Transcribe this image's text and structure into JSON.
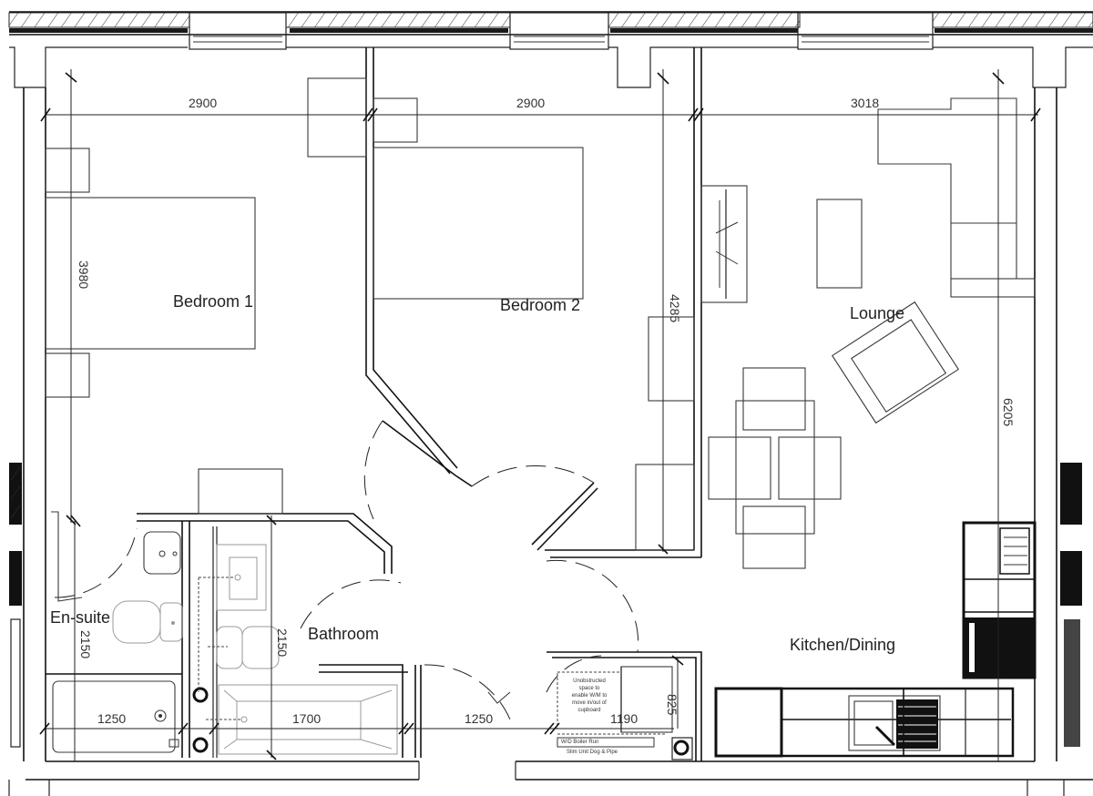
{
  "rooms": {
    "bedroom1": "Bedroom 1",
    "bedroom2": "Bedroom 2",
    "lounge": "Lounge",
    "kitchen_dining": "Kitchen/Dining",
    "bathroom": "Bathroom",
    "ensuite": "En-suite"
  },
  "dimensions": {
    "bedroom1_width": "2900",
    "bedroom2_width": "2900",
    "lounge_width": "3018",
    "bedroom1_depth": "3980",
    "bedroom2_depth": "4285",
    "lounge_depth": "6205",
    "ensuite_depth": "2150",
    "bathroom_depth": "2150",
    "ensuite_shower_width": "1250",
    "bathroom_bath_width": "1700",
    "hall_width": "1250",
    "cupboard_width": "1190",
    "cupboard_depth": "825"
  },
  "notes": {
    "cupboard_note_lines": [
      "Unobstructed",
      "space to",
      "enable W/M to",
      "move in/out of",
      "cupboard"
    ],
    "services_note_lines": [
      "W/D Boiler Run",
      "Slim Unit Dog & Pipe"
    ]
  },
  "colors": {
    "line": "#111111",
    "light_line": "#9a9a9a",
    "background": "#ffffff"
  }
}
